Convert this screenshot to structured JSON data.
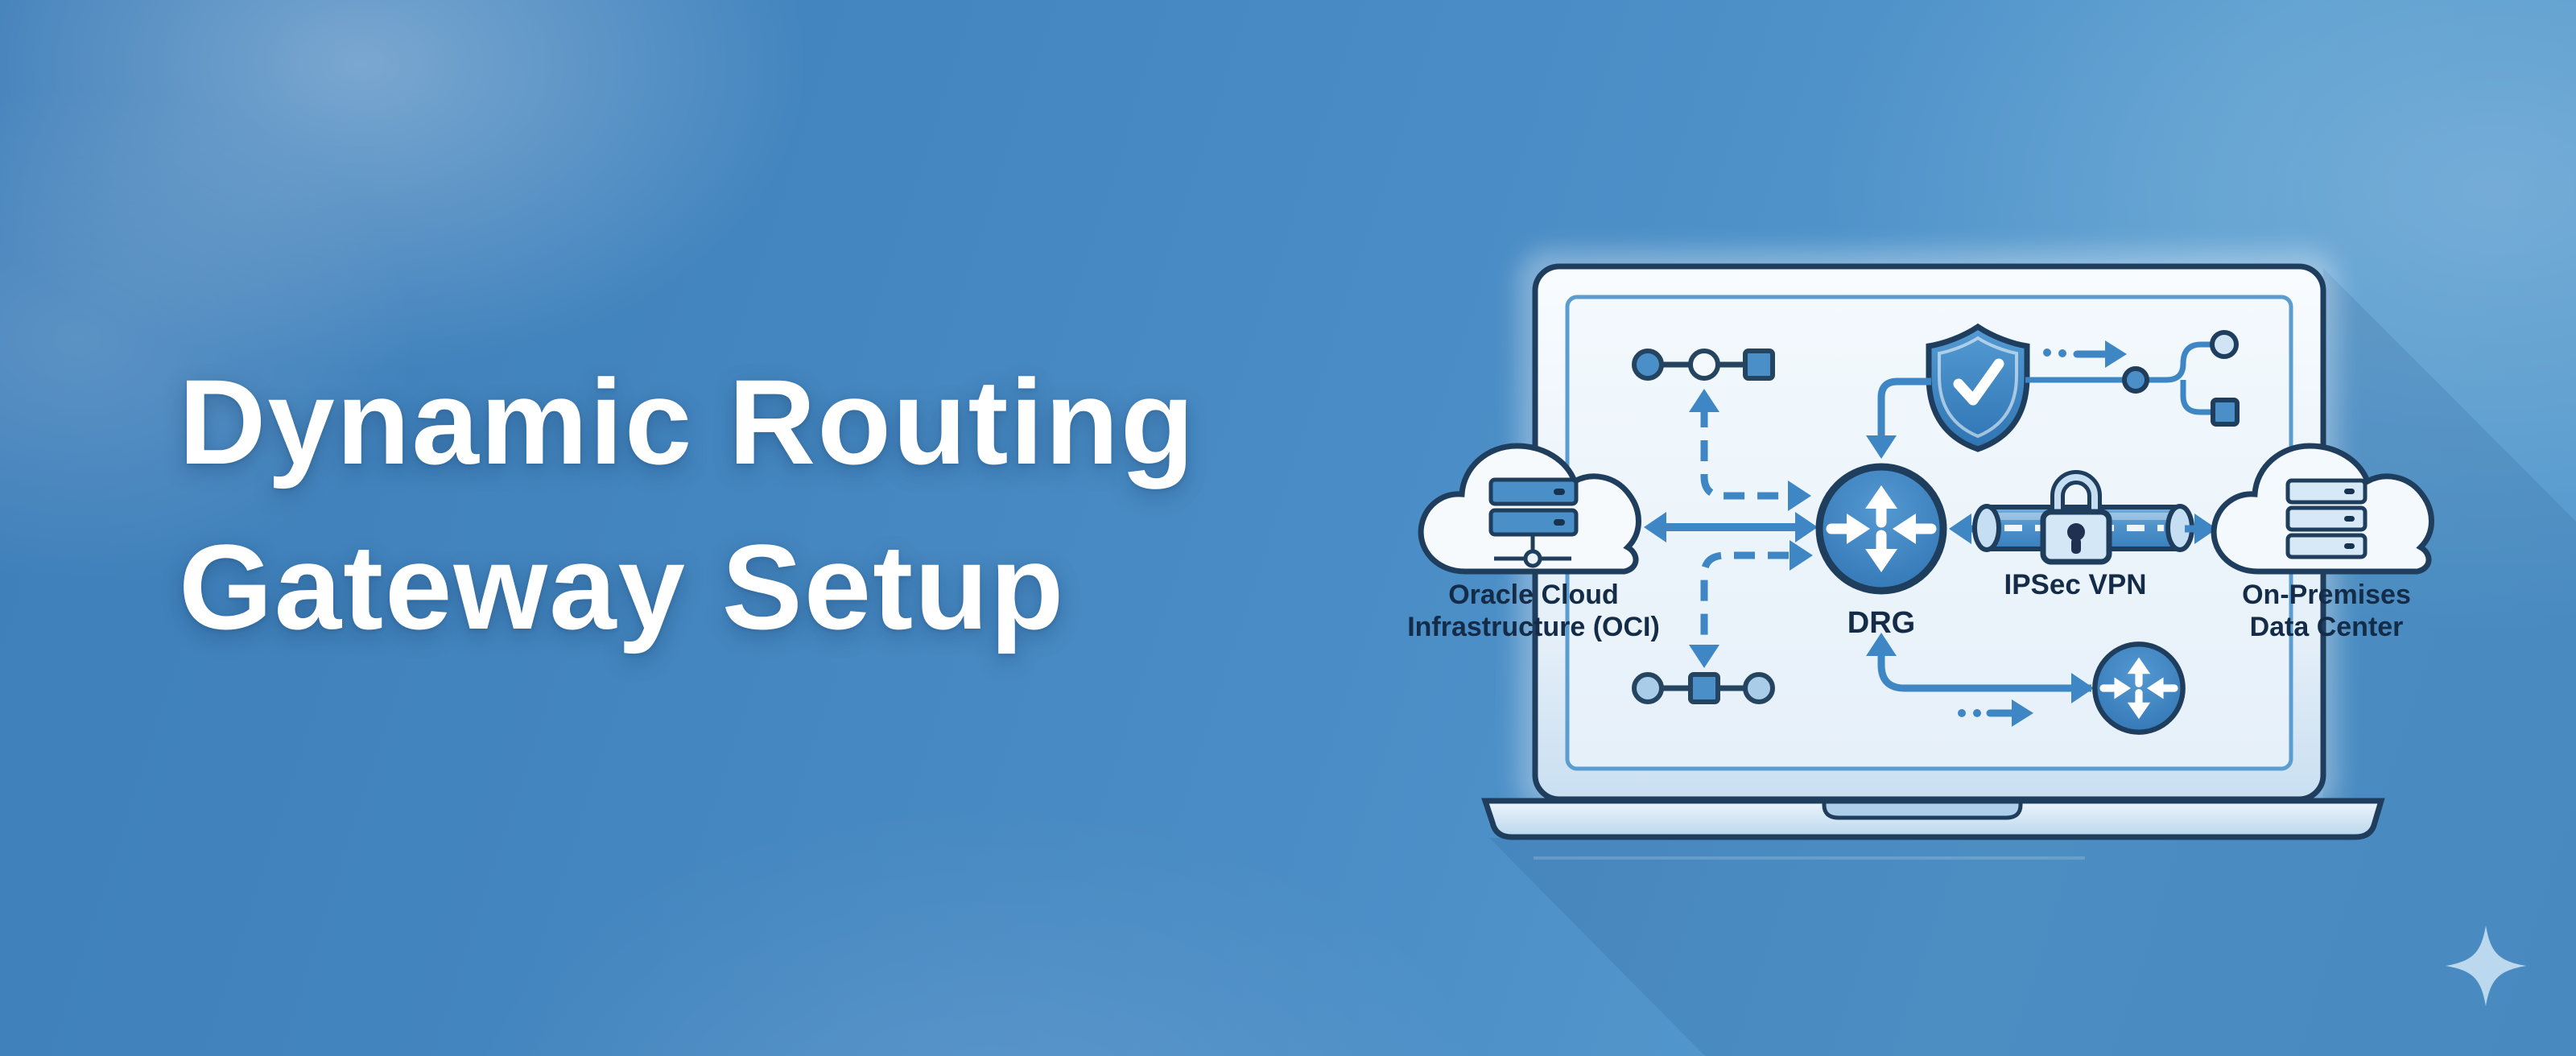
{
  "title": {
    "line1": "Dynamic Routing",
    "line2": "Gateway Setup"
  },
  "diagram": {
    "oci_cloud": {
      "line1": "Oracle Cloud",
      "line2": "Infrastructure (OCI)",
      "icon": "cloud-server-icon"
    },
    "drg": {
      "label": "DRG",
      "icon": "router-icon"
    },
    "ipsec_vpn": {
      "label": "IPSec VPN",
      "icon": "vpn-tunnel-lock-icon"
    },
    "onprem_cloud": {
      "line1": "On-Premises",
      "line2": "Data Center",
      "icon": "cloud-server-icon"
    },
    "security": {
      "icon": "shield-check-icon"
    },
    "decor": {
      "device_icon": "laptop-icon",
      "sparkle_icon": "sparkle-icon"
    }
  },
  "colors": {
    "accent_blue": "#3e86c4",
    "outline_navy": "#1f3e5e",
    "label_text": "#142c47",
    "title_text": "#ffffff",
    "screen_bg": "#ecf4fb",
    "light_fill": "#cfe4f5",
    "background_left": "#3e7eb9",
    "background_right": "#549ace",
    "shadow_blue": "#2c6095",
    "sparkle_blue": "#c5def2"
  }
}
